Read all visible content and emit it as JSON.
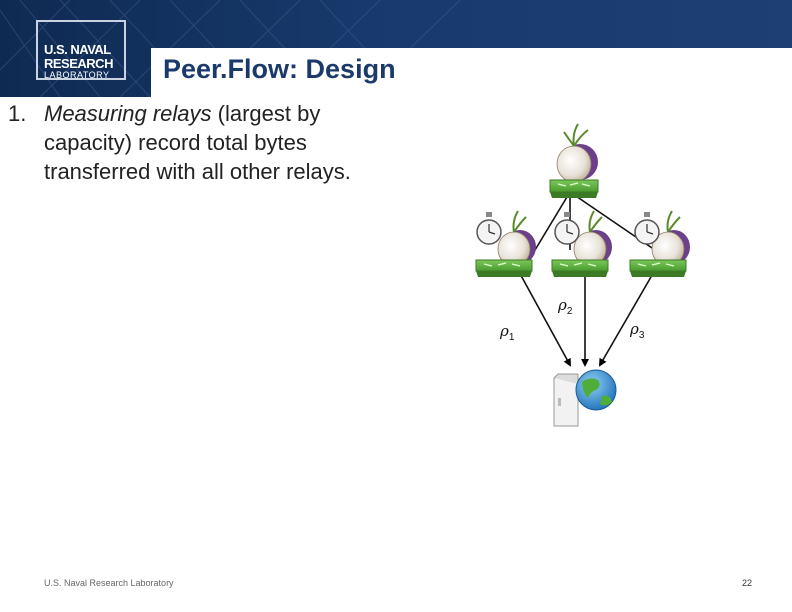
{
  "header": {
    "logo": {
      "line1": "U.S. NAVAL",
      "line2": "RESEARCH",
      "line3": "LABORATORY"
    },
    "title": "Peer.Flow: Design"
  },
  "content": {
    "bullet_number": "1.",
    "bullet_emphasis": "Measuring relays",
    "bullet_rest": " (largest by capacity) record total bytes transferred with all other relays."
  },
  "diagram": {
    "labels": [
      {
        "symbol": "ρ",
        "sub": "1"
      },
      {
        "symbol": "ρ",
        "sub": "2"
      },
      {
        "symbol": "ρ",
        "sub": "3"
      }
    ],
    "icons": [
      "onion-router-icon",
      "stopwatch-icon",
      "server-globe-icon"
    ],
    "colors": {
      "router_green": "#5aa83c",
      "onion_purple": "#6b3f8c",
      "header_navy": "#17396b"
    }
  },
  "footer": {
    "organization": "U.S. Naval Research Laboratory",
    "page_number": "22"
  }
}
